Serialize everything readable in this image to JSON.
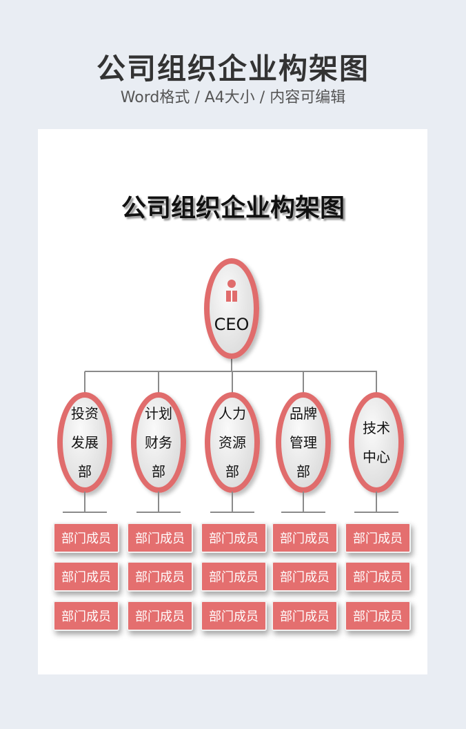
{
  "header": {
    "title": "公司组织企业构架图",
    "subtitle": "Word格式 / A4大小 / 内容可编辑"
  },
  "document": {
    "title": "公司组织企业构架图",
    "ceo": {
      "label": "CEO",
      "icon": "person-icon"
    },
    "departments": [
      {
        "lines": [
          "投资",
          "发展",
          "部"
        ]
      },
      {
        "lines": [
          "计划",
          "财务",
          "部"
        ]
      },
      {
        "lines": [
          "人力",
          "资源",
          "部"
        ]
      },
      {
        "lines": [
          "品牌",
          "管理",
          "部"
        ]
      },
      {
        "lines": [
          "技术",
          "中心"
        ]
      }
    ],
    "member_label": "部门成员",
    "colors": {
      "accent": "#e46f6f",
      "oval_border": "#e06c6c"
    }
  }
}
